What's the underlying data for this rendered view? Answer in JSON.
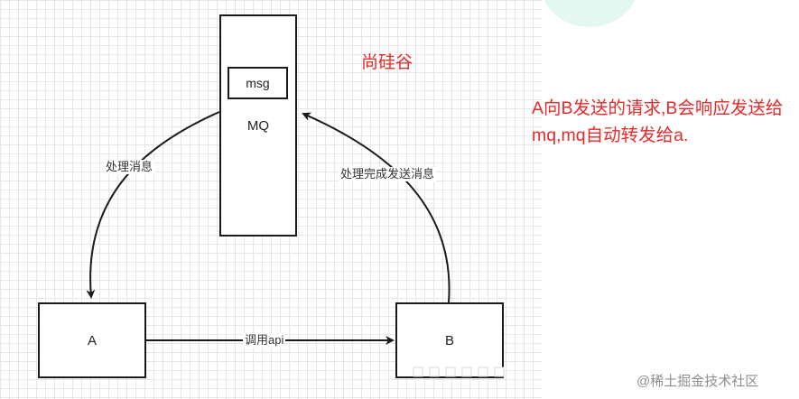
{
  "diagram": {
    "mq_label": "MQ",
    "msg_label": "msg",
    "node_a_label": "A",
    "node_b_label": "B",
    "edge_mq_to_a_label": "处理消息",
    "edge_b_to_mq_label": "处理完成发送消息",
    "edge_a_to_b_label": "调用api"
  },
  "annotation": {
    "brand": "尚硅谷",
    "note": "A向B发送的请求,B会响应发送给mq,mq自动转发给a."
  },
  "watermark": "@稀土掘金技术社区",
  "colors": {
    "accent_red": "#e62a2a",
    "stroke": "#1a1a1a",
    "grid": "#e6e6e6"
  }
}
